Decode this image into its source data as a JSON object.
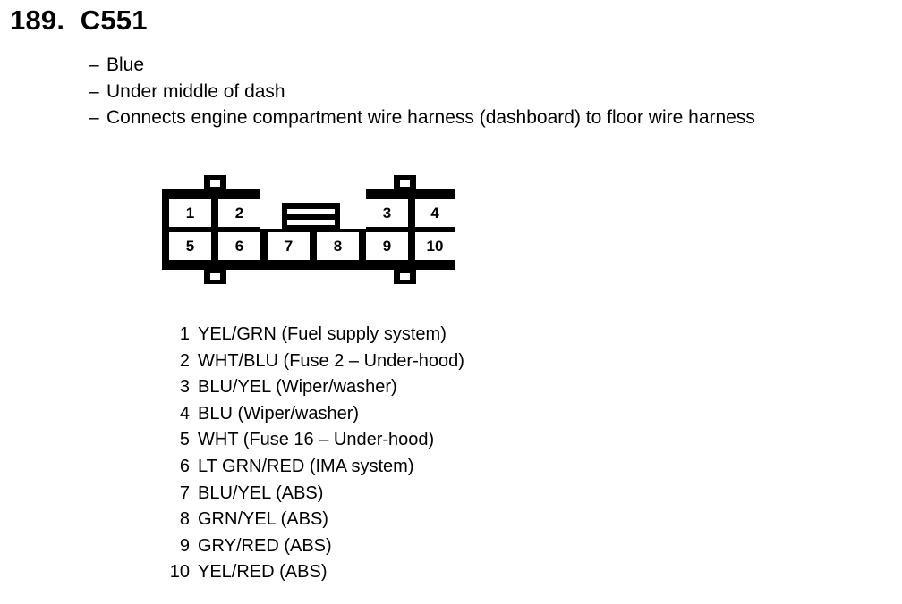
{
  "title": "189.  C551",
  "description": {
    "dash": "–",
    "lines": [
      "Blue",
      "Under middle of dash",
      "Connects engine compartment wire harness (dashboard) to floor wire harness"
    ]
  },
  "connector": {
    "top_row": [
      "1",
      "2",
      "3",
      "4"
    ],
    "bottom_row": [
      "5",
      "6",
      "7",
      "8",
      "9",
      "10"
    ]
  },
  "pins": [
    {
      "num": "1",
      "text": "YEL/GRN (Fuel supply system)"
    },
    {
      "num": "2",
      "text": "WHT/BLU (Fuse 2 – Under-hood)"
    },
    {
      "num": "3",
      "text": "BLU/YEL (Wiper/washer)"
    },
    {
      "num": "4",
      "text": "BLU (Wiper/washer)"
    },
    {
      "num": "5",
      "text": "WHT (Fuse 16 – Under-hood)"
    },
    {
      "num": "6",
      "text": "LT GRN/RED (IMA system)"
    },
    {
      "num": "7",
      "text": "BLU/YEL (ABS)"
    },
    {
      "num": "8",
      "text": "GRN/YEL (ABS)"
    },
    {
      "num": "9",
      "text": "GRY/RED (ABS)"
    },
    {
      "num": "10",
      "text": "YEL/RED (ABS)"
    }
  ],
  "colors": {
    "ink": "#000000",
    "paper": "#ffffff"
  }
}
